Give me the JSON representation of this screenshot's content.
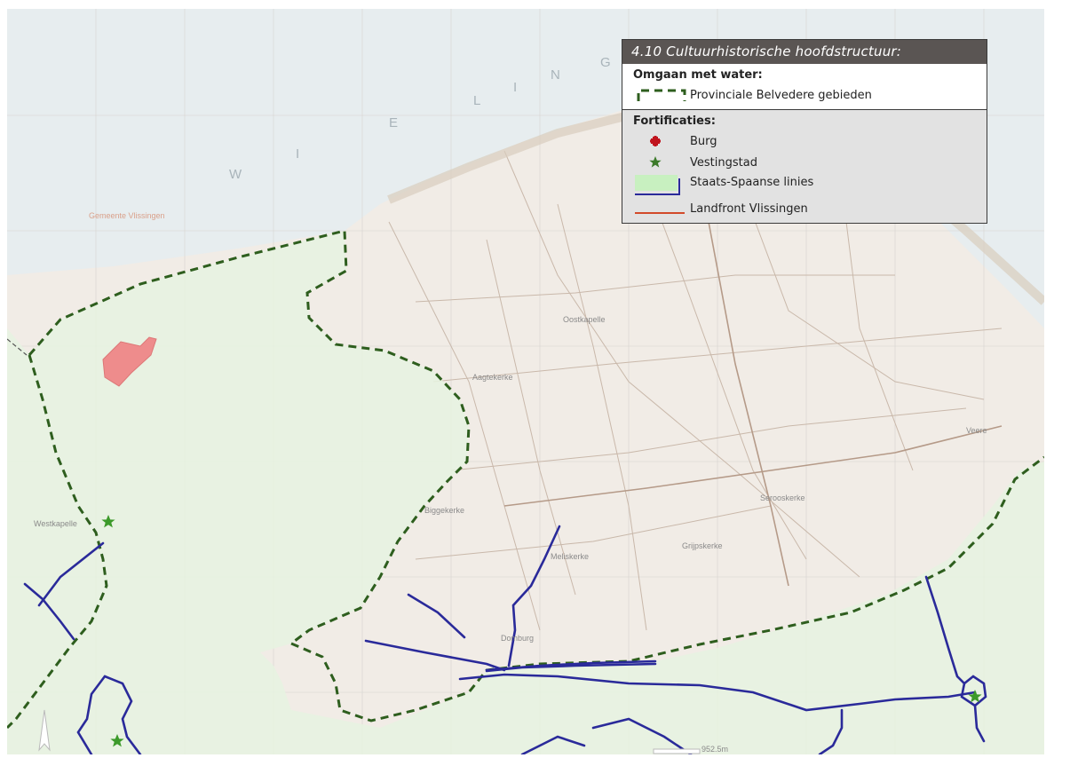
{
  "legend": {
    "title": "4.10 Cultuurhistorische hoofdstructuur:",
    "sections": [
      {
        "heading": "Omgaan met water:",
        "items": [
          {
            "label": "Provinciale Belvedere gebieden",
            "symbol": "dashed-green-boundary-icon",
            "color": "#2e5e1e"
          }
        ]
      },
      {
        "heading": "Fortificaties:",
        "items": [
          {
            "label": "Burg",
            "symbol": "red-cross-icon",
            "color": "#c0141e"
          },
          {
            "label": "Vestingstad",
            "symbol": "green-star-icon",
            "color": "#3c7a2a"
          },
          {
            "label": "Staats-Spaanse linies",
            "symbol": "green-area-blue-line-icon",
            "color": "#2a2a9a"
          },
          {
            "label": "Landfront Vlissingen",
            "symbol": "red-line-icon",
            "color": "#d24a2a"
          }
        ]
      }
    ]
  },
  "map": {
    "sea_letters": [
      "W",
      "I",
      "E",
      "L",
      "I",
      "N",
      "G"
    ],
    "place_labels": [
      "Gemeente Vlissingen",
      "Westkapelle",
      "Domburg",
      "Oostkapelle",
      "Serooskerke",
      "Veere",
      "Grijpskerke",
      "Meliskerke",
      "Biggekerke",
      "Aagtekerke"
    ],
    "scale_label": "952.5m",
    "colors": {
      "belvedere_boundary": "#2e5e1e",
      "belvedere_fill": "#e6f3e1",
      "staats_spaanse_line": "#2a2a9a",
      "burg_area": "#ee8c8c",
      "vestingstad": "#3c9a2a",
      "land": "#f1ece6",
      "sea": "#e7edef"
    }
  }
}
